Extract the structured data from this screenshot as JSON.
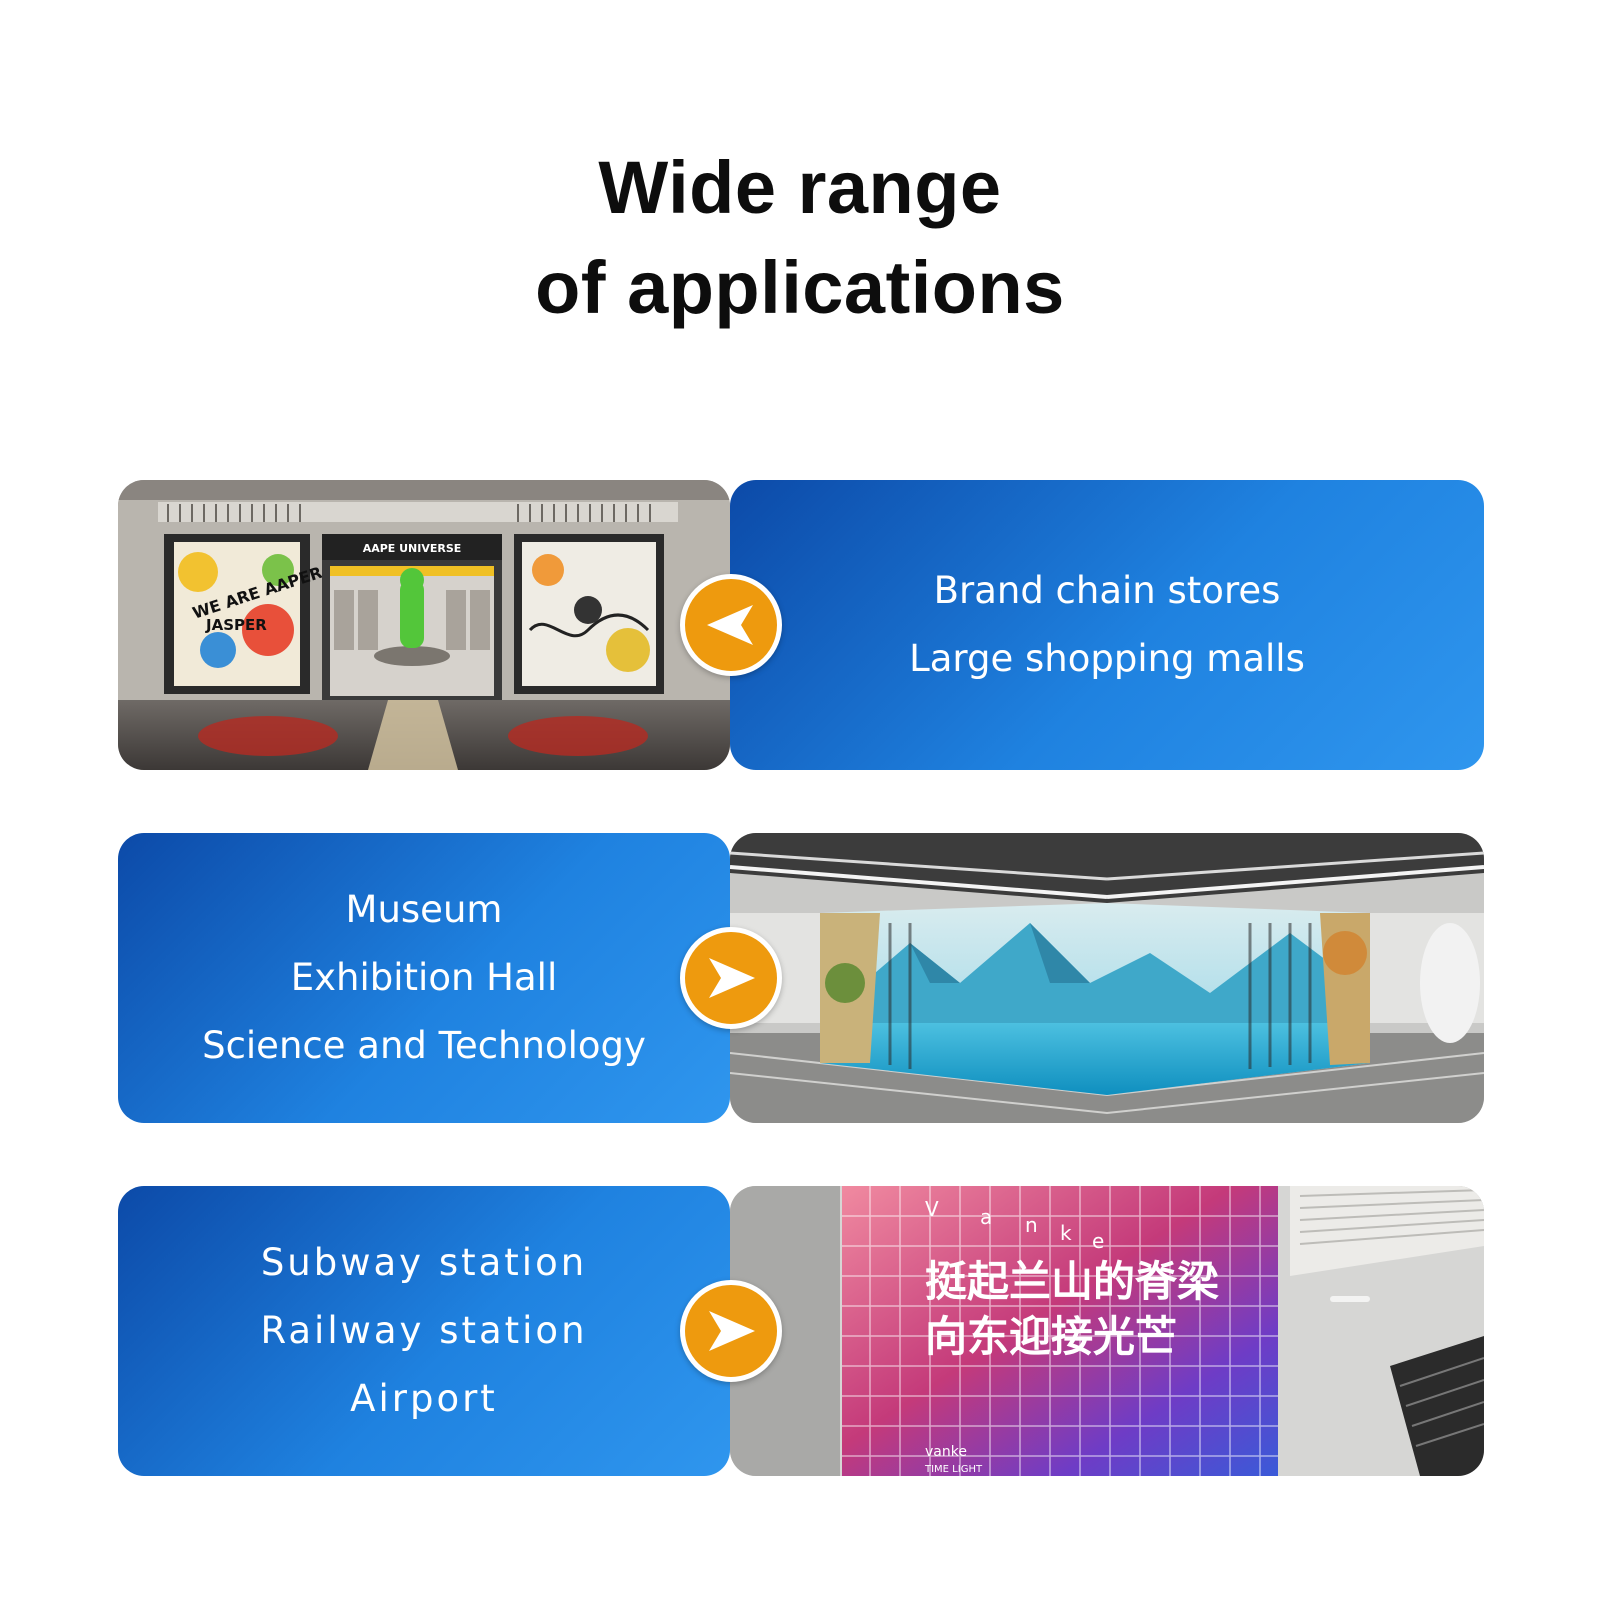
{
  "heading": {
    "line1": "Wide range",
    "line2": "of applications"
  },
  "rows": [
    {
      "lines": [
        "Brand chain stores",
        "Large shopping malls"
      ],
      "arrow": "arrow-left-icon",
      "photo_text": [
        "AAPE UNIVERSE",
        "WE ARE AAPER",
        "JASPER"
      ]
    },
    {
      "lines": [
        "Museum",
        "Exhibition Hall",
        "Science and Technology"
      ],
      "arrow": "arrow-right-icon"
    },
    {
      "lines": [
        "Subway station",
        "Railway station",
        "Airport"
      ],
      "arrow": "arrow-right-icon",
      "photo_text": [
        "V",
        "a",
        "n",
        "k",
        "e",
        "挺起兰山的脊梁",
        "向东迎接光芒",
        "vanke",
        "TIME LIGHT"
      ]
    }
  ],
  "colors": {
    "panel_blue_dark": "#0c4aa8",
    "panel_blue_light": "#2f96ee",
    "arrow_orange": "#ee9a0e",
    "title_text": "#0d0d0d"
  }
}
